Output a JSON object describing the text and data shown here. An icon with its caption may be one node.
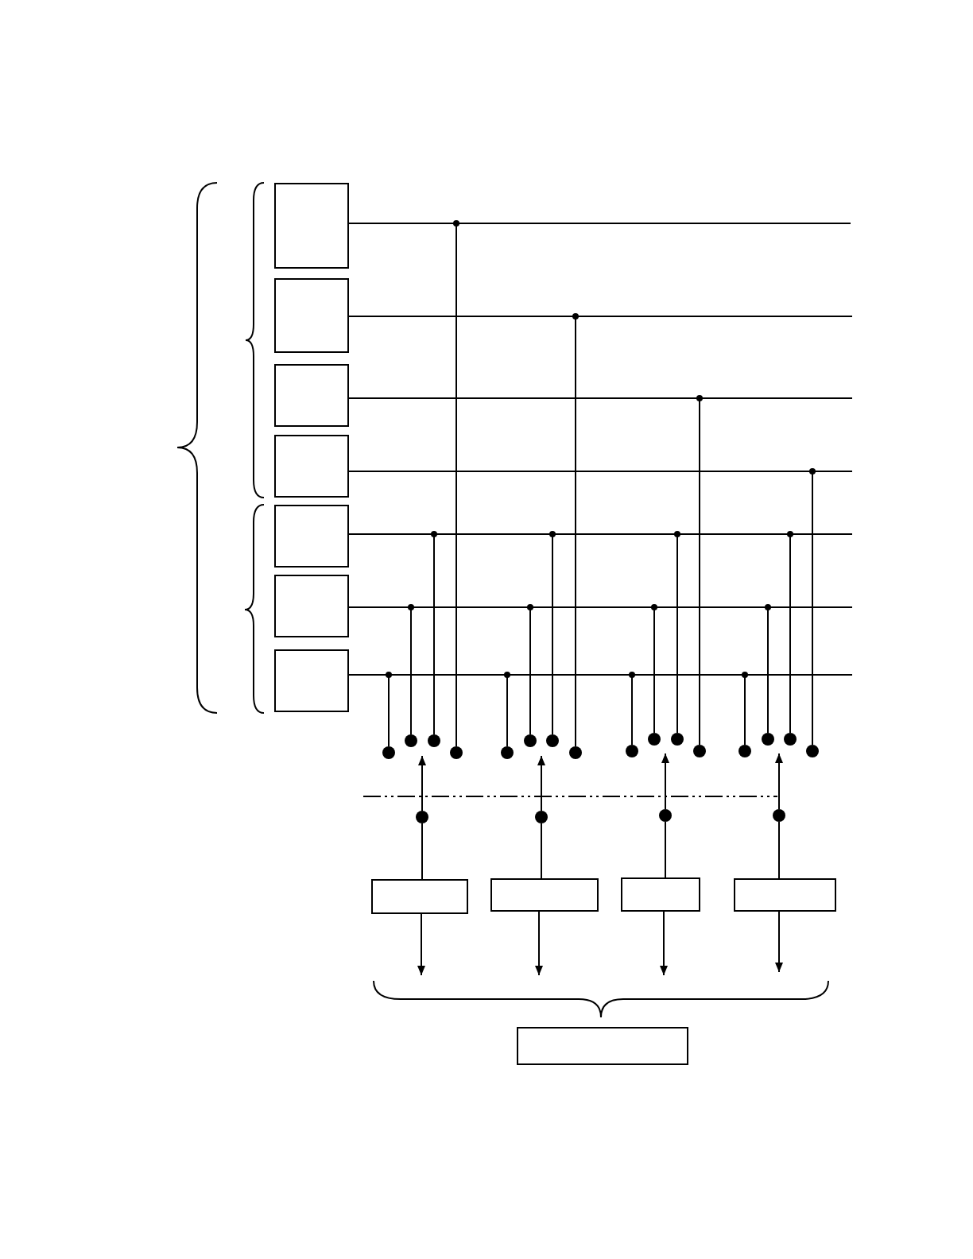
{
  "diagram": {
    "nodes": [
      {
        "text": [],
        "shape": "box"
      },
      {
        "text": [],
        "shape": "box"
      },
      {
        "text": [],
        "shape": "box"
      },
      {
        "text": [],
        "shape": "box"
      },
      {
        "text": [],
        "shape": "box"
      },
      {
        "text": [],
        "shape": "box"
      },
      {
        "text": [],
        "shape": "box"
      },
      {
        "text": [],
        "shape": "circle"
      },
      {
        "text": [],
        "shape": "circle"
      },
      {
        "text": [],
        "shape": "circle"
      },
      {
        "text": [],
        "shape": "circle"
      },
      {
        "text": [],
        "shape": "circle"
      },
      {
        "text": [],
        "shape": "circle"
      },
      {
        "text": [],
        "shape": "circle"
      },
      {
        "text": [],
        "shape": "circle"
      },
      {
        "text": [],
        "shape": "circle"
      },
      {
        "text": [],
        "shape": "circle"
      },
      {
        "text": [],
        "shape": "circle"
      },
      {
        "text": [],
        "shape": "circle"
      },
      {
        "text": [],
        "shape": "circle"
      },
      {
        "text": [],
        "shape": "circle"
      },
      {
        "text": [],
        "shape": "circle"
      },
      {
        "text": [],
        "shape": "circle"
      },
      {
        "text": [],
        "shape": "circle"
      },
      {
        "text": [],
        "shape": "circle"
      },
      {
        "text": [],
        "shape": "circle"
      },
      {
        "text": [],
        "shape": "circle"
      },
      {
        "text": [],
        "shape": "box"
      },
      {
        "text": [],
        "shape": "box"
      },
      {
        "text": [],
        "shape": "box"
      },
      {
        "text": [],
        "shape": "box"
      },
      {
        "text": [],
        "shape": "box"
      }
    ],
    "edges": [
      {
        "from": 0,
        "to": null,
        "arrow": "none"
      },
      {
        "from": 1,
        "to": null,
        "arrow": "none"
      },
      {
        "from": 2,
        "to": null,
        "arrow": "none"
      },
      {
        "from": 3,
        "to": null,
        "arrow": "none"
      },
      {
        "from": 4,
        "to": null,
        "arrow": "none"
      },
      {
        "from": 5,
        "to": null,
        "arrow": "none"
      },
      {
        "from": 6,
        "to": null,
        "arrow": "none"
      },
      {
        "from": 6,
        "to": 7,
        "arrow": "none"
      },
      {
        "from": 5,
        "to": 8,
        "arrow": "none"
      },
      {
        "from": 4,
        "to": 9,
        "arrow": "none"
      },
      {
        "from": 0,
        "to": 10,
        "arrow": "none"
      },
      {
        "from": 6,
        "to": 11,
        "arrow": "none"
      },
      {
        "from": 5,
        "to": 12,
        "arrow": "none"
      },
      {
        "from": 4,
        "to": 13,
        "arrow": "none"
      },
      {
        "from": 1,
        "to": 14,
        "arrow": "none"
      },
      {
        "from": 6,
        "to": 15,
        "arrow": "none"
      },
      {
        "from": 5,
        "to": 16,
        "arrow": "none"
      },
      {
        "from": 4,
        "to": 17,
        "arrow": "none"
      },
      {
        "from": 2,
        "to": 18,
        "arrow": "none"
      },
      {
        "from": 6,
        "to": 19,
        "arrow": "none"
      },
      {
        "from": 5,
        "to": 20,
        "arrow": "none"
      },
      {
        "from": 4,
        "to": 21,
        "arrow": "none"
      },
      {
        "from": 3,
        "to": 22,
        "arrow": "none"
      },
      {
        "from": 27,
        "to": 23,
        "arrow": "none"
      },
      {
        "from": 28,
        "to": 24,
        "arrow": "none"
      },
      {
        "from": 29,
        "to": 25,
        "arrow": "none"
      },
      {
        "from": 30,
        "to": 26,
        "arrow": "none"
      },
      {
        "from": 23,
        "to": 8,
        "arrow": "to"
      },
      {
        "from": 24,
        "to": 12,
        "arrow": "to"
      },
      {
        "from": 25,
        "to": 16,
        "arrow": "to"
      },
      {
        "from": 26,
        "to": 20,
        "arrow": "to"
      },
      {
        "from": 27,
        "to": 31,
        "arrow": "to"
      },
      {
        "from": 28,
        "to": 31,
        "arrow": "to"
      },
      {
        "from": 29,
        "to": 31,
        "arrow": "to"
      },
      {
        "from": 30,
        "to": 31,
        "arrow": "to"
      }
    ]
  }
}
